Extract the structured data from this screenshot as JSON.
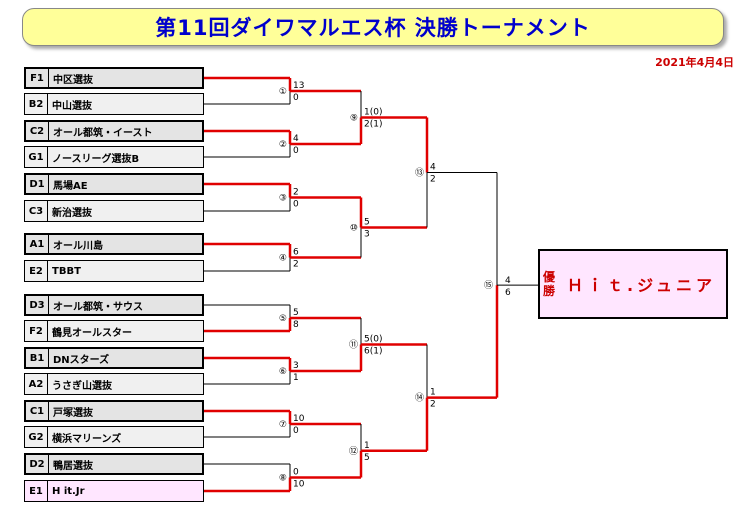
{
  "title": "第11回ダイワマルエス杯 決勝トーナメント",
  "date": "2021年4月4日",
  "colors": {
    "win": "#e00000",
    "lose": "#000000",
    "title_bg": "#ffff99",
    "title_fg": "#0000cc"
  },
  "teams": [
    {
      "seed": "F1",
      "name": "中区選抜"
    },
    {
      "seed": "B2",
      "name": "中山選抜"
    },
    {
      "seed": "C2",
      "name": "オール都筑・イースト"
    },
    {
      "seed": "G1",
      "name": "ノースリーグ選抜B"
    },
    {
      "seed": "D1",
      "name": "馬場AE"
    },
    {
      "seed": "C3",
      "name": "新治選抜"
    },
    {
      "seed": "A1",
      "name": "オール川島"
    },
    {
      "seed": "E2",
      "name": "TBBT"
    },
    {
      "seed": "D3",
      "name": "オール都筑・サウス"
    },
    {
      "seed": "F2",
      "name": "鶴見オールスター"
    },
    {
      "seed": "B1",
      "name": "DNスターズ"
    },
    {
      "seed": "A2",
      "name": "うさぎ山選抜"
    },
    {
      "seed": "C1",
      "name": "戸塚選抜"
    },
    {
      "seed": "G2",
      "name": "横浜マリーンズ"
    },
    {
      "seed": "D2",
      "name": "鴨居選抜"
    },
    {
      "seed": "E1",
      "name": "H it.Jr"
    }
  ],
  "matches": [
    {
      "no": "①",
      "top": "13",
      "bottom": "0",
      "winner": "top"
    },
    {
      "no": "②",
      "top": "4",
      "bottom": "0",
      "winner": "top"
    },
    {
      "no": "③",
      "top": "2",
      "bottom": "0",
      "winner": "top"
    },
    {
      "no": "④",
      "top": "6",
      "bottom": "2",
      "winner": "top"
    },
    {
      "no": "⑤",
      "top": "5",
      "bottom": "8",
      "winner": "bottom"
    },
    {
      "no": "⑥",
      "top": "3",
      "bottom": "1",
      "winner": "top"
    },
    {
      "no": "⑦",
      "top": "10",
      "bottom": "0",
      "winner": "top"
    },
    {
      "no": "⑧",
      "top": "0",
      "bottom": "10",
      "winner": "bottom"
    },
    {
      "no": "⑨",
      "top": "1(0)",
      "bottom": "2(1)",
      "winner": "bottom"
    },
    {
      "no": "⑩",
      "top": "5",
      "bottom": "3",
      "winner": "top"
    },
    {
      "no": "⑪",
      "top": "5(0)",
      "bottom": "6(1)",
      "winner": "bottom"
    },
    {
      "no": "⑫",
      "top": "1",
      "bottom": "5",
      "winner": "bottom"
    },
    {
      "no": "⑬",
      "top": "4",
      "bottom": "2",
      "winner": "top"
    },
    {
      "no": "⑭",
      "top": "1",
      "bottom": "2",
      "winner": "bottom"
    },
    {
      "no": "⑮",
      "top": "4",
      "bottom": "6",
      "winner": "bottom"
    }
  ],
  "champion": {
    "label": "優勝",
    "name": "Ｈｉｔ.ジュニア"
  }
}
